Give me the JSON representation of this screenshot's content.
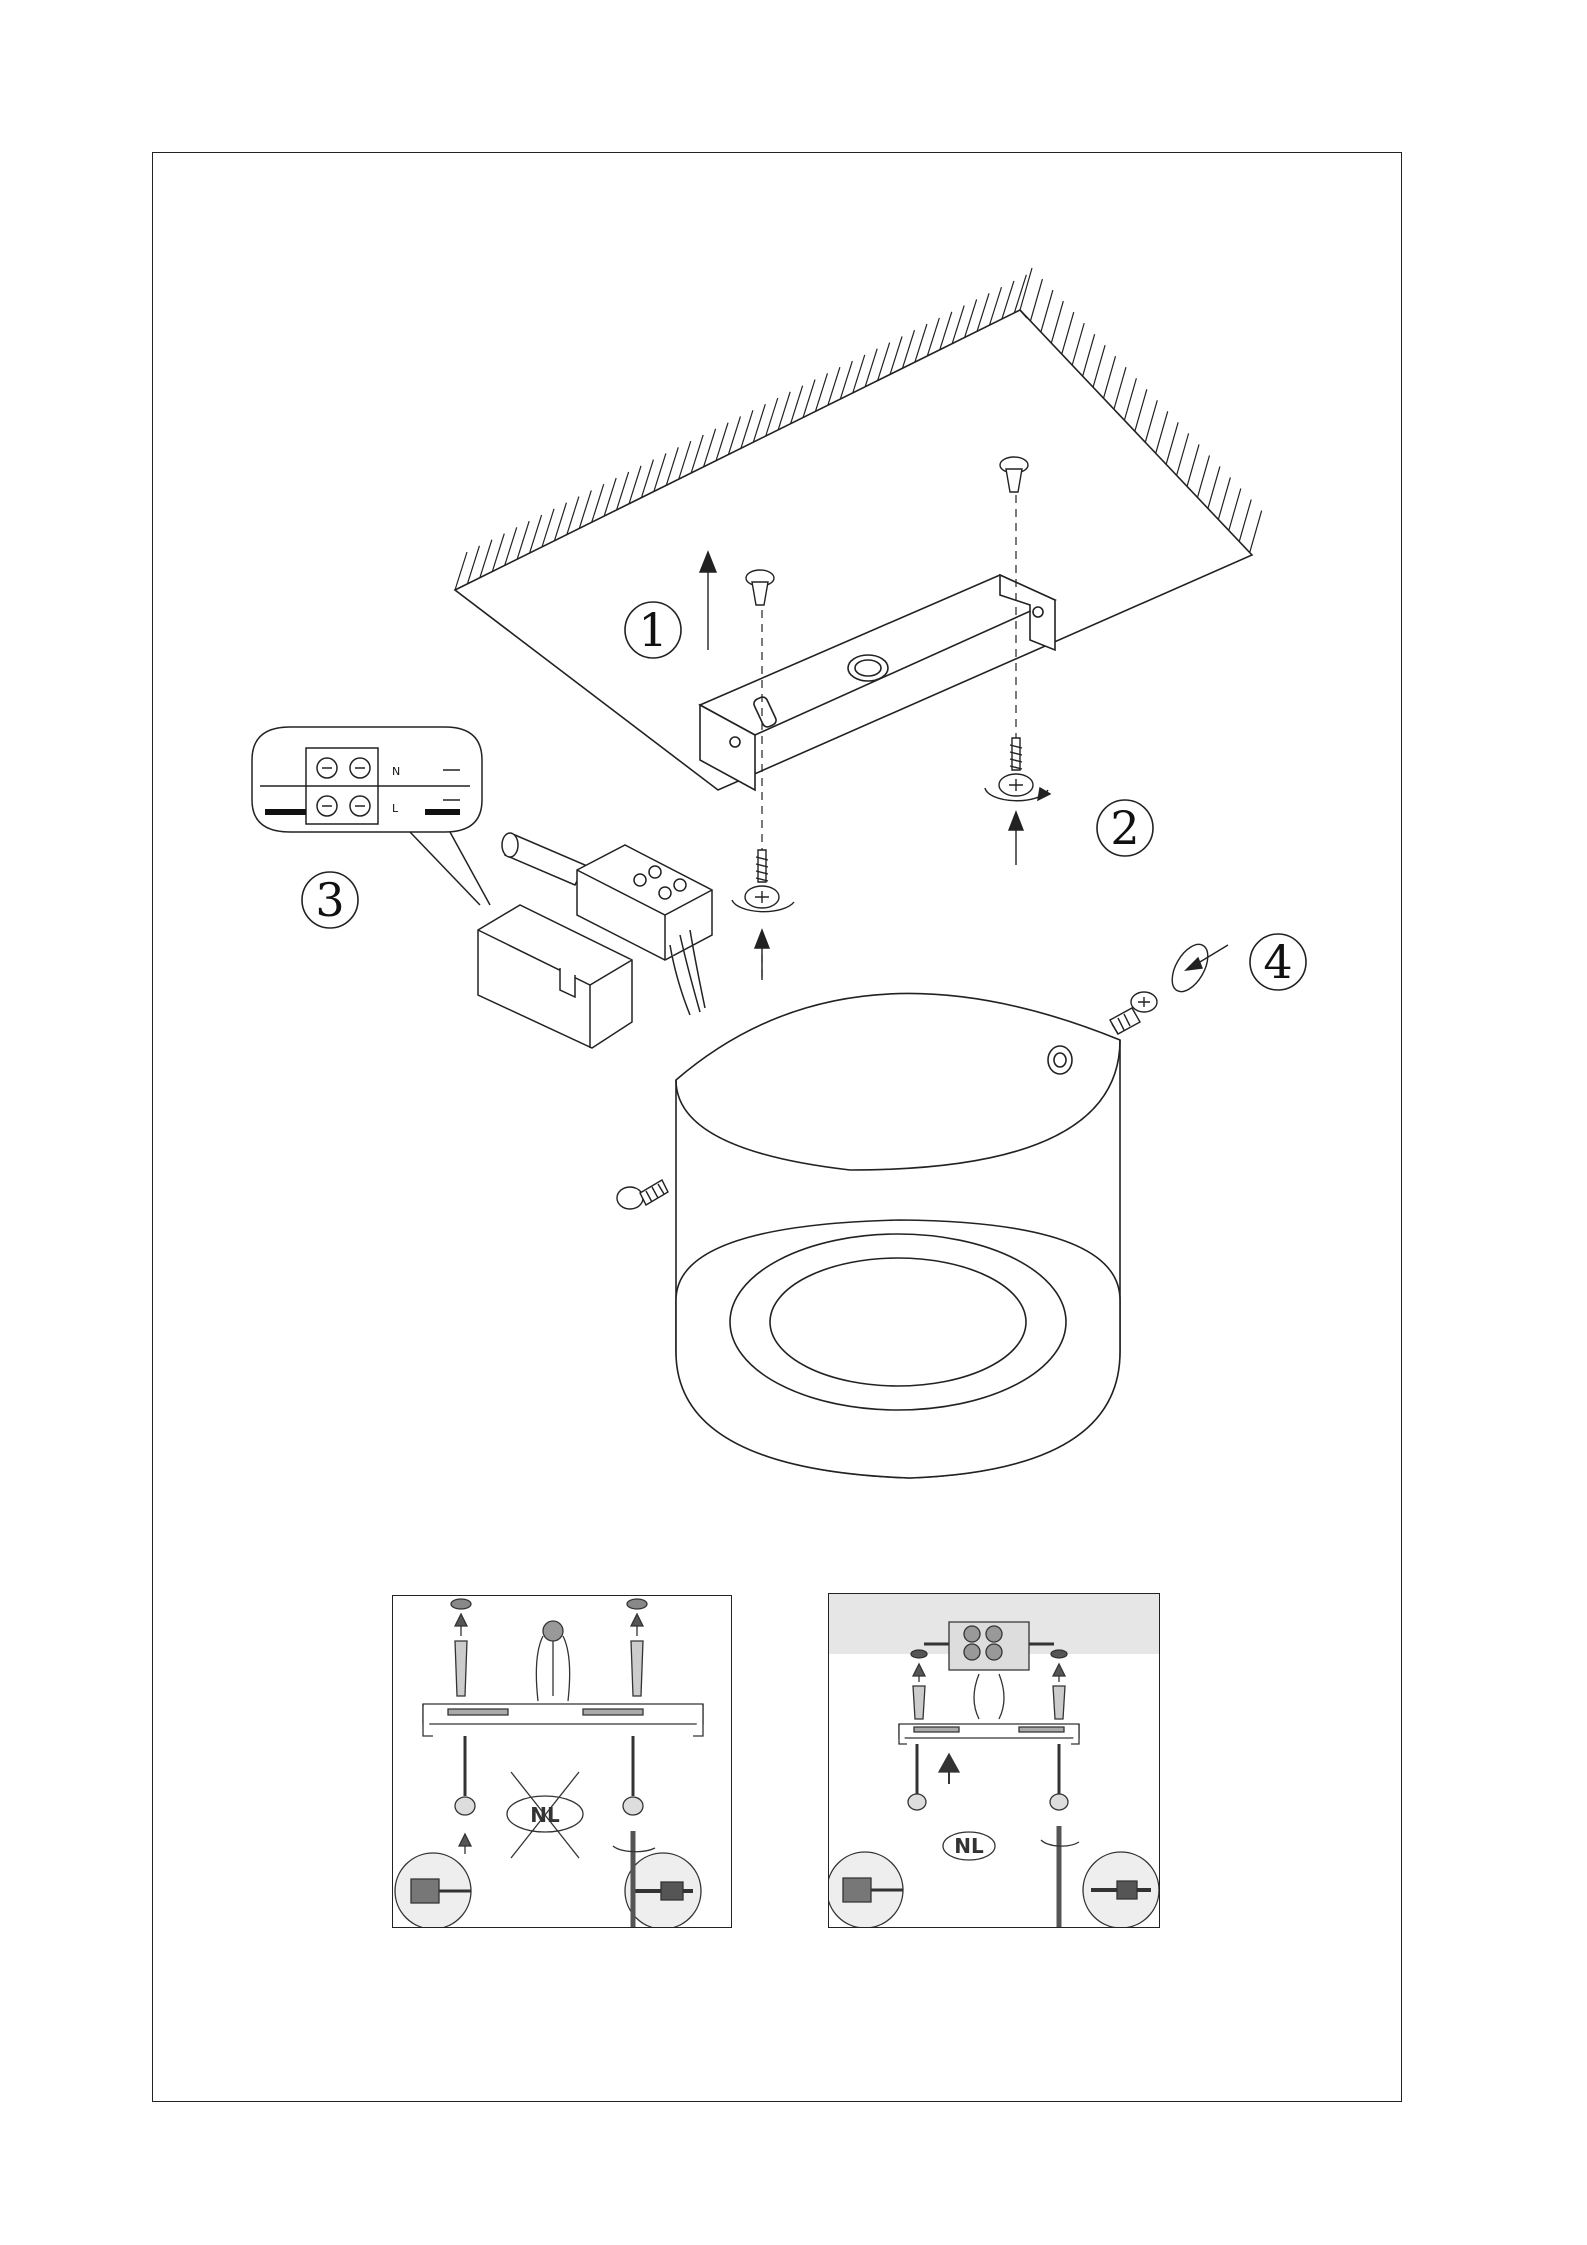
{
  "steps": [
    {
      "label": "1"
    },
    {
      "label": "2"
    },
    {
      "label": "3"
    },
    {
      "label": "4"
    }
  ],
  "terminal_block": {
    "top_letter": "N",
    "bottom_letter": "L"
  },
  "panels": {
    "left": {
      "badge": "NL",
      "crossed": true
    },
    "right": {
      "badge": "NL",
      "crossed": false
    }
  },
  "colors": {
    "line": "#222222",
    "ceiling_band": "#e6e6e6"
  }
}
